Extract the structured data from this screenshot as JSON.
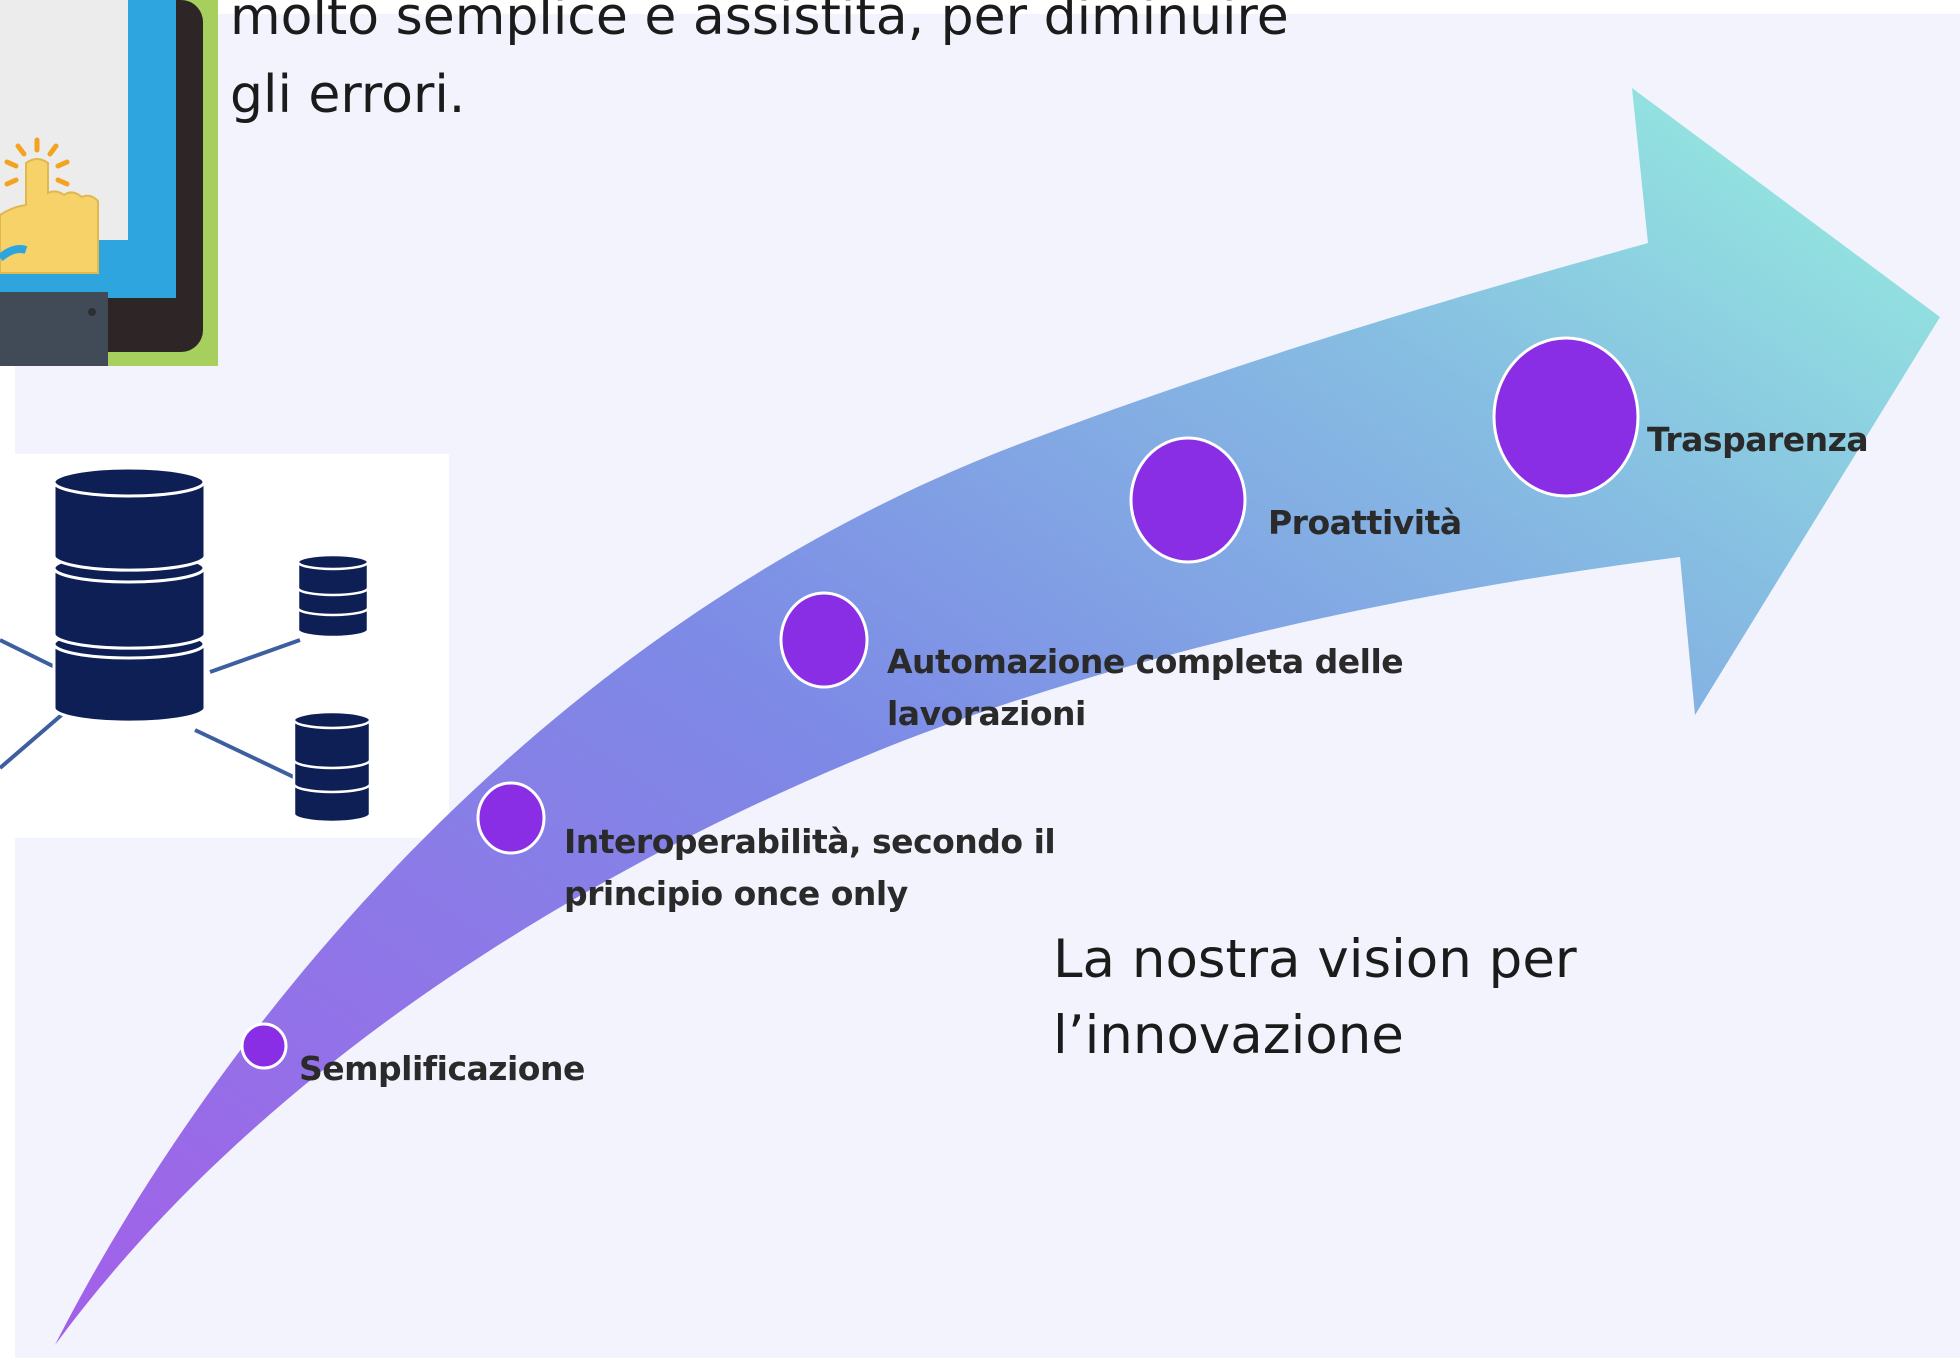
{
  "intro_text": "molto semplice e assistita, per diminuire\ngli errori.",
  "vision_text": "La nostra vision per\nl’innovazione",
  "steps": [
    {
      "label": "Semplificazione",
      "level": 1
    },
    {
      "label": "Interoperabilità, secondo il\nprincipio once only",
      "level": 2
    },
    {
      "label": "Automazione completa delle\nlavorazioni",
      "level": 3
    },
    {
      "label": "Proattività",
      "level": 4
    },
    {
      "label": "Trasparenza",
      "level": 5
    }
  ],
  "icons": [
    "tablet-touch-icon",
    "database-network-icon"
  ],
  "colors": {
    "arrow_start": "#a35fe9",
    "arrow_mid": "#7d8ae6",
    "arrow_end": "#96f2e0",
    "node_fill": "#8a2ee6",
    "background": "#f2f3fc",
    "database": "#0e1f56"
  }
}
